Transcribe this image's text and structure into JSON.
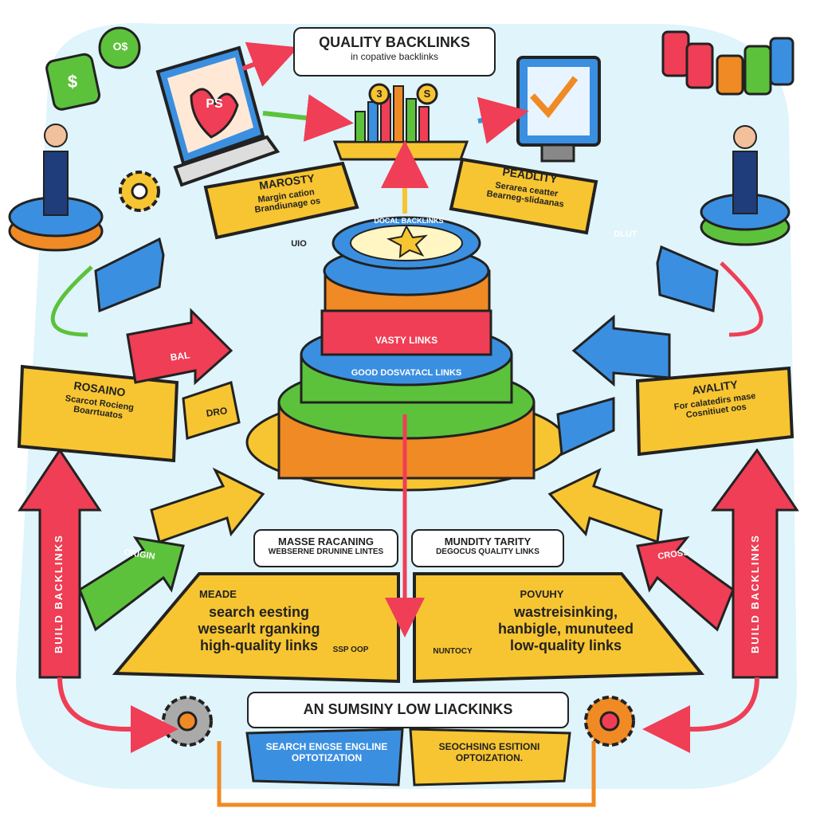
{
  "colors": {
    "background": "#dff4fb",
    "yellow": "#f7c531",
    "orange": "#f08a24",
    "green": "#5cc23b",
    "blue": "#3b8fe0",
    "red": "#ef3e55",
    "dark": "#222222"
  },
  "header": {
    "title": "QUALITY BACKLINKS",
    "subtitle": "in copative backlinks"
  },
  "tower": {
    "ring_top": "DOCAL BACKLINKS",
    "ring_middle": "VASTY LINKS",
    "ring_lower": "GOOD DOSVATACL LINKS"
  },
  "laptop": {
    "screen_text": "PS"
  },
  "coins": [
    "$",
    "O$",
    "3",
    "S"
  ],
  "cards": {
    "top_left": {
      "title": "MAROSTY",
      "body": "Margin cation\nBrandiunage os"
    },
    "top_right": {
      "title": "PEADLITY",
      "body": "Serarea ceatter\nBearneg-slidaanas"
    },
    "mid_left": {
      "title": "ROSAINO",
      "body": "Scarcot Rocieng\nBoarrtuatos"
    },
    "mid_right": {
      "title": "AVALITY",
      "body": "For calatedirs mase\nCosnitiuet oos"
    },
    "bottom_left": {
      "title": "MEADE",
      "body": "search eesting\nwesearlt rganking\nhigh-quality links",
      "note": "SSP OOP"
    },
    "bottom_right": {
      "title": "POVUHY",
      "body": "wastreisinking,\nhanbigle, munuteed\nlow-quality links",
      "note": "NUNTOCY"
    }
  },
  "labels_center": {
    "left": {
      "title": "MASSE RACANING",
      "body": "WEBSERNE DRUNINE LINTES"
    },
    "right": {
      "title": "MUNDITY TARITY",
      "body": "DEGOCUS QUALITY LINKS"
    }
  },
  "footer": {
    "title": "AN SUMSINY LOW LIACKINKS",
    "left_button": "SEARCH ENGSE ENGLINE\nOPTOTIZATION",
    "right_button": "SEOCHSING ESITIONI\nOPTOIZATION."
  },
  "side_arrows": {
    "left": "BUILD BACKLINKS",
    "right": "BUILD BACKLINKS"
  },
  "small_tags": [
    "UIO",
    "BAL",
    "DRO",
    "ORIGIN",
    "CROSS",
    "DLUT"
  ]
}
